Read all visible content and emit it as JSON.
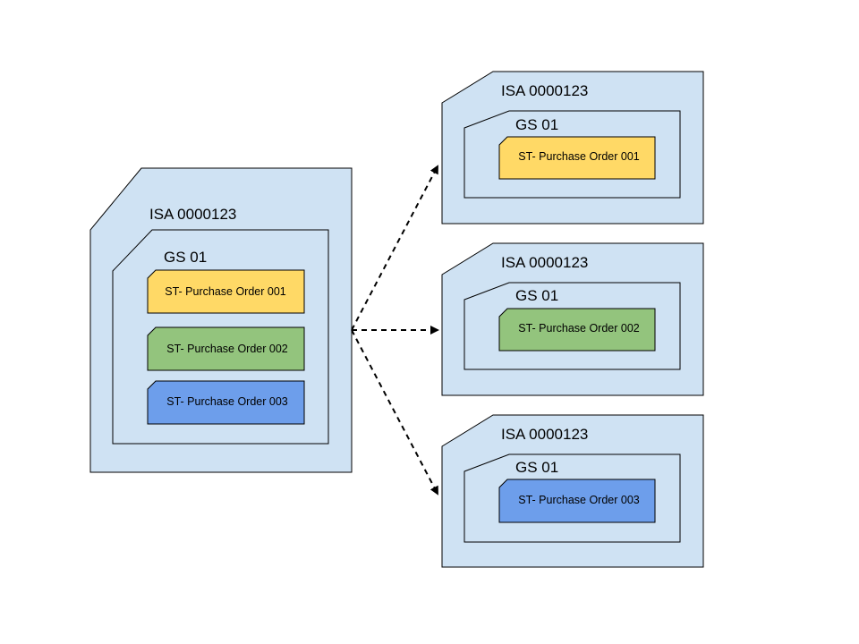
{
  "colors": {
    "envelope_fill": "#cfe2f3",
    "group_fill": "#cfe2f3",
    "order_1": "#ffd966",
    "order_2": "#93c47d",
    "order_3": "#6d9eeb",
    "line": "#000000",
    "background": "#ffffff"
  },
  "source": {
    "isa_label": "ISA 0000123",
    "gs_label": "GS 01",
    "orders": [
      {
        "label": "ST- Purchase Order 001",
        "color": "#ffd966"
      },
      {
        "label": "ST- Purchase Order 002",
        "color": "#93c47d"
      },
      {
        "label": "ST- Purchase Order 003",
        "color": "#6d9eeb"
      }
    ]
  },
  "outputs": [
    {
      "isa_label": "ISA 0000123",
      "gs_label": "GS 01",
      "order_label": "ST- Purchase Order 001",
      "color": "#ffd966"
    },
    {
      "isa_label": "ISA 0000123",
      "gs_label": "GS 01",
      "order_label": "ST- Purchase Order 002",
      "color": "#93c47d"
    },
    {
      "isa_label": "ISA 0000123",
      "gs_label": "GS 01",
      "order_label": "ST- Purchase Order 003",
      "color": "#6d9eeb"
    }
  ]
}
